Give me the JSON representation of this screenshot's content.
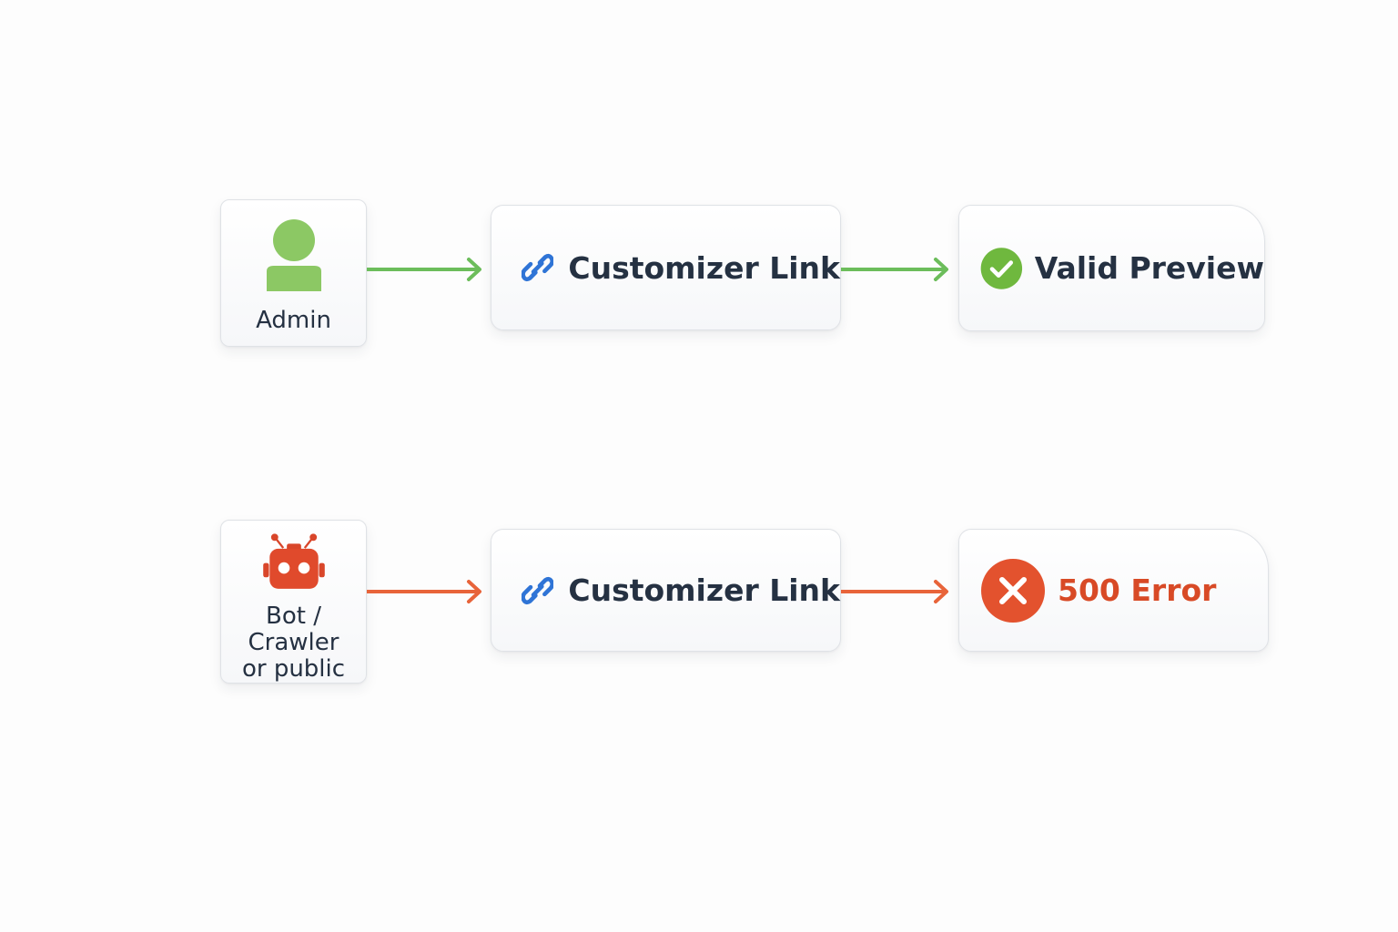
{
  "colors": {
    "success": "#6cbd5b",
    "error": "#e8643a",
    "link": "#2f74d6",
    "text": "#253142"
  },
  "rows": [
    {
      "actor": {
        "label": "Admin",
        "icon": "user-icon"
      },
      "middle": {
        "label": "Customizer Link",
        "icon": "link-icon"
      },
      "result": {
        "label": "Valid Preview",
        "icon": "check-circle-icon"
      }
    },
    {
      "actor": {
        "label_line1": "Bot / Crawler",
        "label_line2": "or public",
        "icon": "robot-icon"
      },
      "middle": {
        "label": "Customizer Link",
        "icon": "link-icon"
      },
      "result": {
        "label": "500 Error",
        "icon": "x-circle-icon"
      }
    }
  ]
}
